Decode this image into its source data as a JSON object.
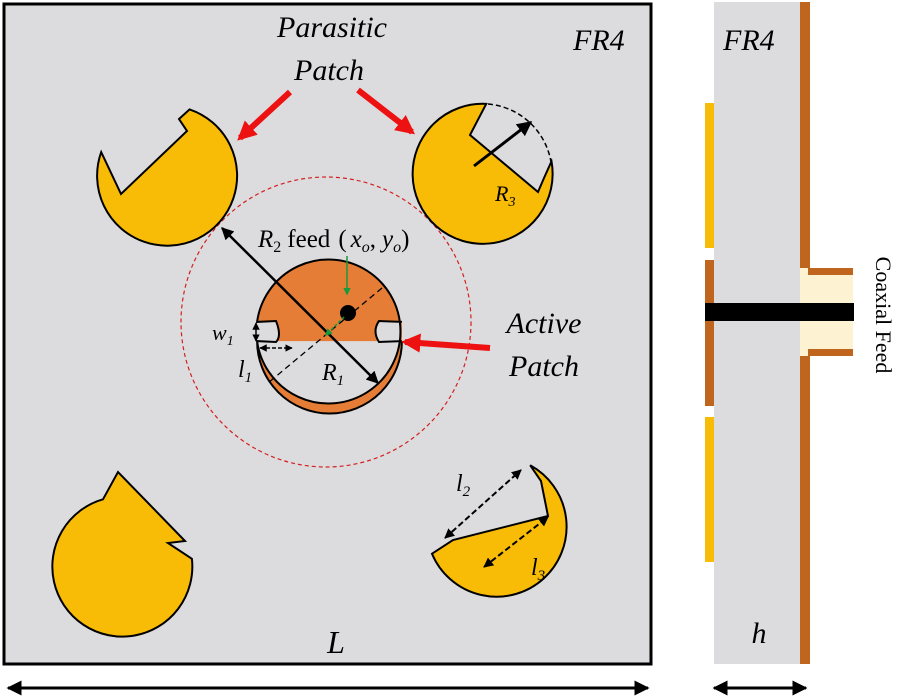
{
  "labels": {
    "parasitic_line1": "Parasitic",
    "parasitic_line2": "Patch",
    "substrate_front": "FR4",
    "substrate_side": "FR4",
    "active_line1": "Active",
    "active_line2": "Patch",
    "feed_prefix": "R",
    "feed_prefix_sub": "2",
    "feed_word": "feed",
    "feed_coord_open": "(",
    "feed_coord_x": "x",
    "feed_coord_x_sub": "o",
    "feed_coord_comma": ",",
    "feed_coord_y": "y",
    "feed_coord_y_sub": "o",
    "feed_coord_close": ")",
    "r1": "R",
    "r1_sub": "1",
    "r3": "R",
    "r3_sub": "3",
    "w1": "w",
    "w1_sub": "1",
    "l1": "l",
    "l1_sub": "1",
    "l2": "l",
    "l2_sub": "2",
    "l3": "l",
    "l3_sub": "3",
    "length": "L",
    "thickness": "h",
    "coaxial_feed": "Coaxial Feed"
  },
  "colors": {
    "substrate": "#dcdcde",
    "parasitic": "#f9bc06",
    "active": "#e57d36",
    "copper": "#c0651e",
    "arrow_red": "#ee1111",
    "circle_red": "#d32020",
    "green": "#1a9a3a",
    "coax_dielectric": "#fdf3d2"
  }
}
